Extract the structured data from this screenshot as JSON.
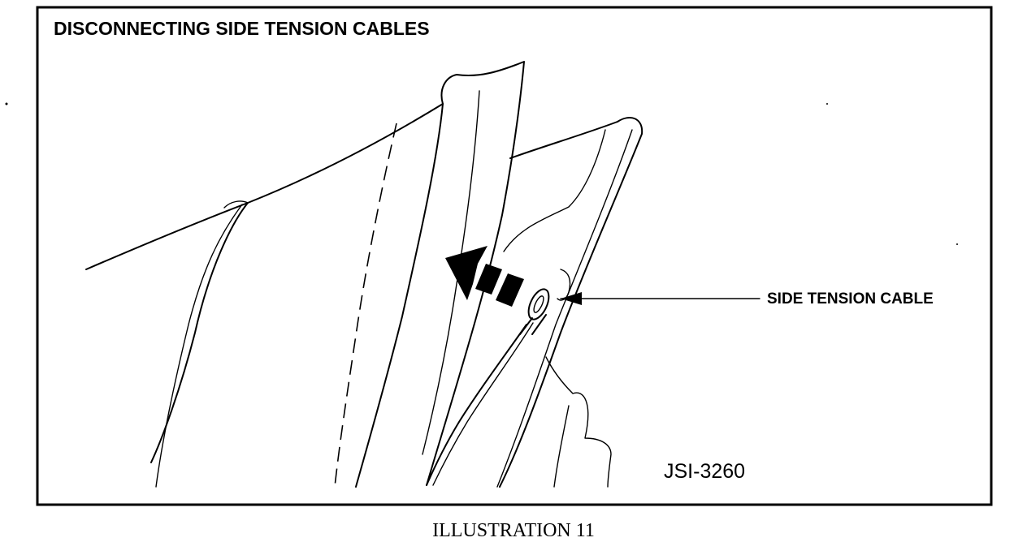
{
  "diagram": {
    "title": "DISCONNECTING SIDE TENSION CABLES",
    "callout_label": "SIDE TENSION CABLE",
    "figure_code": "JSI-3260"
  },
  "caption": "ILLUSTRATION 11"
}
